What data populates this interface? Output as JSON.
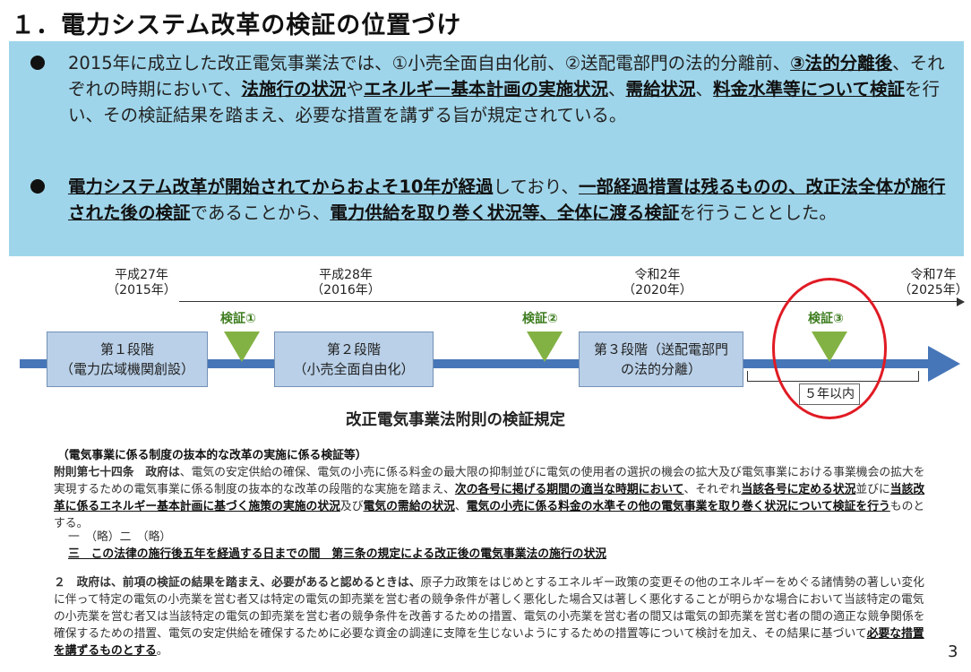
{
  "title": "１．電力システム改革の検証の位置づけ",
  "summary": {
    "bullet1": [
      {
        "t": "2015年に成立した改正電気事業法では、①小売全面自由化前、②送配電部門の法的分離前、",
        "b": false
      },
      {
        "t": "③法的分離後",
        "b": true
      },
      {
        "t": "、それぞれの時期において、",
        "b": false
      },
      {
        "t": "法施行の状況",
        "b": true
      },
      {
        "t": "や",
        "b": false
      },
      {
        "t": "エネルギー基本計画の実施状況",
        "b": true
      },
      {
        "t": "、",
        "b": false
      },
      {
        "t": "需給状況",
        "b": true
      },
      {
        "t": "、",
        "b": false
      },
      {
        "t": "料金水準等について検証",
        "b": true
      },
      {
        "t": "を行い、その検証結果を踏まえ、必要な措置を講ずる旨が規定されている。",
        "b": false
      }
    ],
    "bullet2": [
      {
        "t": "電力システム改革が開始されてからおよそ10年が経過",
        "b": true
      },
      {
        "t": "しており、",
        "b": false
      },
      {
        "t": "一部経過措置は残るものの、改正法全体が施行された後の検証",
        "b": true
      },
      {
        "t": "であることから、",
        "b": false
      },
      {
        "t": "電力供給を取り巻く状況等、全体に渡る検証",
        "b": true
      },
      {
        "t": "を行うこととした。",
        "b": false
      }
    ]
  },
  "timeline": {
    "dates": [
      {
        "era": "平成27年",
        "year": "（2015年）"
      },
      {
        "era": "平成28年",
        "year": "（2016年）"
      },
      {
        "era": "令和2年",
        "year": "（2020年）"
      },
      {
        "era": "令和7年",
        "year": "（2025年）"
      }
    ],
    "stages": [
      {
        "line1": "第１段階",
        "line2": "（電力広域機関創設）"
      },
      {
        "line1": "第２段階",
        "line2": "（小売全面自由化）"
      },
      {
        "line1": "第３段階（送配電部門",
        "line2": "の法的分離）"
      }
    ],
    "verifications": [
      "検証①",
      "検証②",
      "検証③"
    ],
    "within": "５年以内"
  },
  "subtitle": "改正電気事業法附則の検証規定",
  "rule": {
    "heading": "（電気事業に係る制度の抜本的な改革の実施に係る検証等）",
    "body": [
      {
        "t": "附則第七十四条　政府は",
        "s": "b"
      },
      {
        "t": "、電気の安定供給の確保、電気の小売に係る料金の最大限の抑制並びに電気の使用者の選択の機会の拡大及び電気事業における事業機会の拡大を実現するための電気事業に係る制度の抜本的な改革の段階的な実施を踏まえ、",
        "s": ""
      },
      {
        "t": "次の各号に掲げる期間の適当な時期において",
        "s": "u"
      },
      {
        "t": "、それぞれ",
        "s": ""
      },
      {
        "t": "当該各号に定める状況",
        "s": "u"
      },
      {
        "t": "並びに",
        "s": ""
      },
      {
        "t": "当該改革に係るエネルギー基本計画に基づく施策の実施の状況",
        "s": "u"
      },
      {
        "t": "及び",
        "s": ""
      },
      {
        "t": "電気の需給の状況",
        "s": "u"
      },
      {
        "t": "、",
        "s": ""
      },
      {
        "t": "電気の小売に係る料金の水準その他の電気事業を取り巻く状況について検証を行う",
        "s": "u"
      },
      {
        "t": "ものとする。",
        "s": ""
      }
    ],
    "item1": "一　（略）二　（略）",
    "item3": "三　この法律の施行後五年を経過する日までの間　第三条の規定による改正後の電気事業法の施行の状況",
    "para2": [
      {
        "t": "２　政府は、前項の検証の結果を踏まえ、必要があると認めるときは、",
        "s": "b"
      },
      {
        "t": "原子力政策をはじめとするエネルギー政策の変更その他のエネルギーをめぐる諸情勢の著しい変化に伴って特定の電気の小売業を営む者又は特定の電気の卸売業を営む者の競争条件が著しく悪化した場合又は著しく悪化することが明らかな場合において当該特定の電気の小売業を営む者又は当該特定の電気の卸売業を営む者の競争条件を改善するための措置、電気の小売業を営む者の間又は電気の卸売業を営む者の間の適正な競争関係を確保するための措置、電気の安定供給を確保するために必要な資金の調達に支障を生じないようにするための措置等について検討を加え、その結果に基づいて",
        "s": ""
      },
      {
        "t": "必要な措置を講ずるものとする",
        "s": "u"
      },
      {
        "t": "。",
        "s": ""
      }
    ]
  },
  "page_number": "3"
}
